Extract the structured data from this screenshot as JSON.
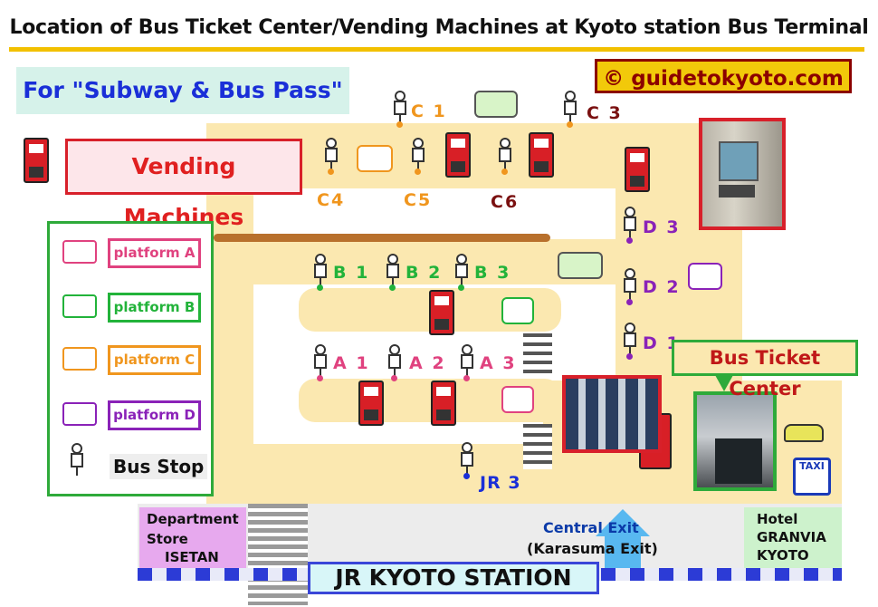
{
  "title": "Location of Bus Ticket Center/Vending Machines at Kyoto station Bus Terminal",
  "pass_label": "For \"Subway & Bus Pass\"",
  "credit": "© guidetokyoto.com",
  "vending_label": "Vending Machines",
  "ticket_center_label": "Bus Ticket Center",
  "legend": {
    "items": [
      {
        "label": "platform A",
        "color": "#e0427f"
      },
      {
        "label": "platform B",
        "color": "#22b33a"
      },
      {
        "label": "platform C",
        "color": "#f0961e"
      },
      {
        "label": "platform D",
        "color": "#8a22b8"
      }
    ],
    "bus_stop_label": "Bus Stop"
  },
  "stops": {
    "C1": "C 1",
    "C3": "C 3",
    "C4": "C4",
    "C5": "C5",
    "C6": "C6",
    "D1": "D 1",
    "D2": "D 2",
    "D3": "D 3",
    "B1": "B 1",
    "B2": "B 2",
    "B3": "B 3",
    "A1": "A 1",
    "A2": "A 2",
    "A3": "A 3",
    "JR3": "JR 3"
  },
  "bottom": {
    "department_store": "Department Store ISETAN",
    "dept_line1": "Department",
    "dept_line2": "Store",
    "dept_line3": "ISETAN",
    "central_exit": "Central Exit",
    "karasuma_exit": "(Karasuma Exit)",
    "hotel_line1": "Hotel",
    "hotel_line2": "GRANVIA",
    "hotel_line3": "KYOTO",
    "station": "JR KYOTO STATION",
    "taxi": "TAXI"
  }
}
